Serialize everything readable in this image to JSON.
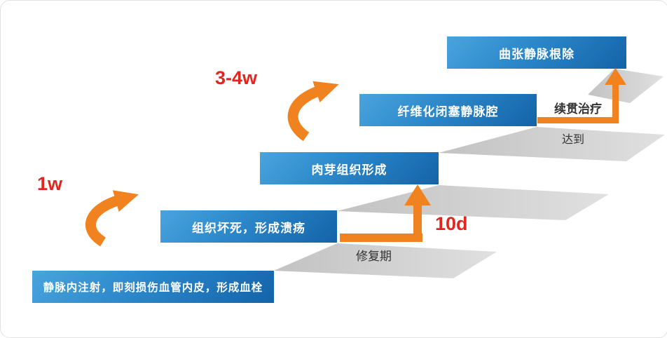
{
  "steps": [
    {
      "label": "静脉内注射，即刻损伤血管内皮，形成血栓"
    },
    {
      "label": "组织坏死，形成溃疡"
    },
    {
      "label": "肉芽组织形成"
    },
    {
      "label": "纤维化闭塞静脉腔"
    },
    {
      "label": "曲张静脉根除"
    }
  ],
  "annotations": {
    "week1": "1w",
    "week34": "3-4w",
    "day10": "10d",
    "repair_period": "修复期",
    "reach": "达到",
    "sequential_treatment": "续贯治疗"
  },
  "colors": {
    "bar_gradient_start": "#49a4dd",
    "bar_gradient_end": "#1463a9",
    "tread_gray_dark": "#c2c2c2",
    "tread_gray_light": "#e0e0e0",
    "arrow_orange": "#f0831f",
    "label_red": "#e2251f",
    "note_dark": "#333333"
  }
}
